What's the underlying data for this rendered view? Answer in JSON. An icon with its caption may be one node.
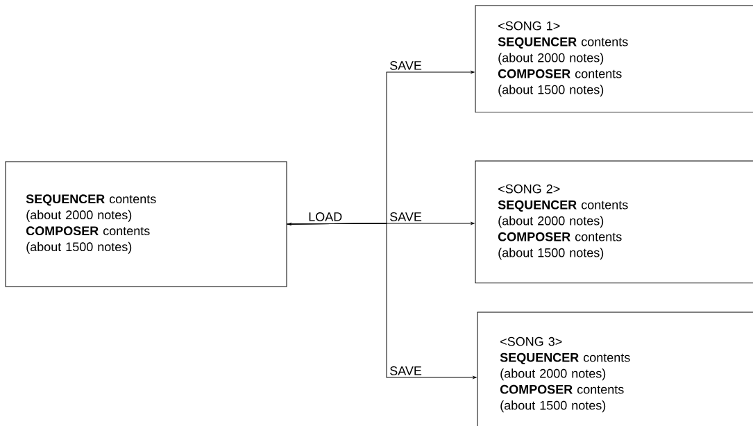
{
  "diagram": {
    "nodes": [
      {
        "text": [
          "**SEQUENCER** contents (about 2000 notes)",
          "**COMPOSER** contents (about 1500 notes)"
        ]
      },
      {
        "text": [
          "<SONG 1>",
          "**SEQUENCER** contents (about 2000 notes)",
          "**COMPOSER** contents (about 1500 notes)"
        ]
      },
      {
        "text": [
          "<SONG 2>",
          "**SEQUENCER** contents (about 2000 notes)",
          "**COMPOSER** contents (about 1500 notes)"
        ]
      },
      {
        "text": [
          "<SONG 3>",
          "**SEQUENCER** contents (about 2000 notes)",
          "**COMPOSER** contents (about 1500 notes)"
        ]
      }
    ],
    "edges": [
      {
        "from": 0,
        "to": 1,
        "arrow": "to",
        "label": "SAVE"
      },
      {
        "from": 0,
        "to": 2,
        "arrow": "to",
        "label": "SAVE"
      },
      {
        "from": 0,
        "to": 3,
        "arrow": "to",
        "label": "SAVE"
      },
      {
        "from": null,
        "to": 0,
        "arrow": "to",
        "label": "LOAD"
      }
    ]
  }
}
